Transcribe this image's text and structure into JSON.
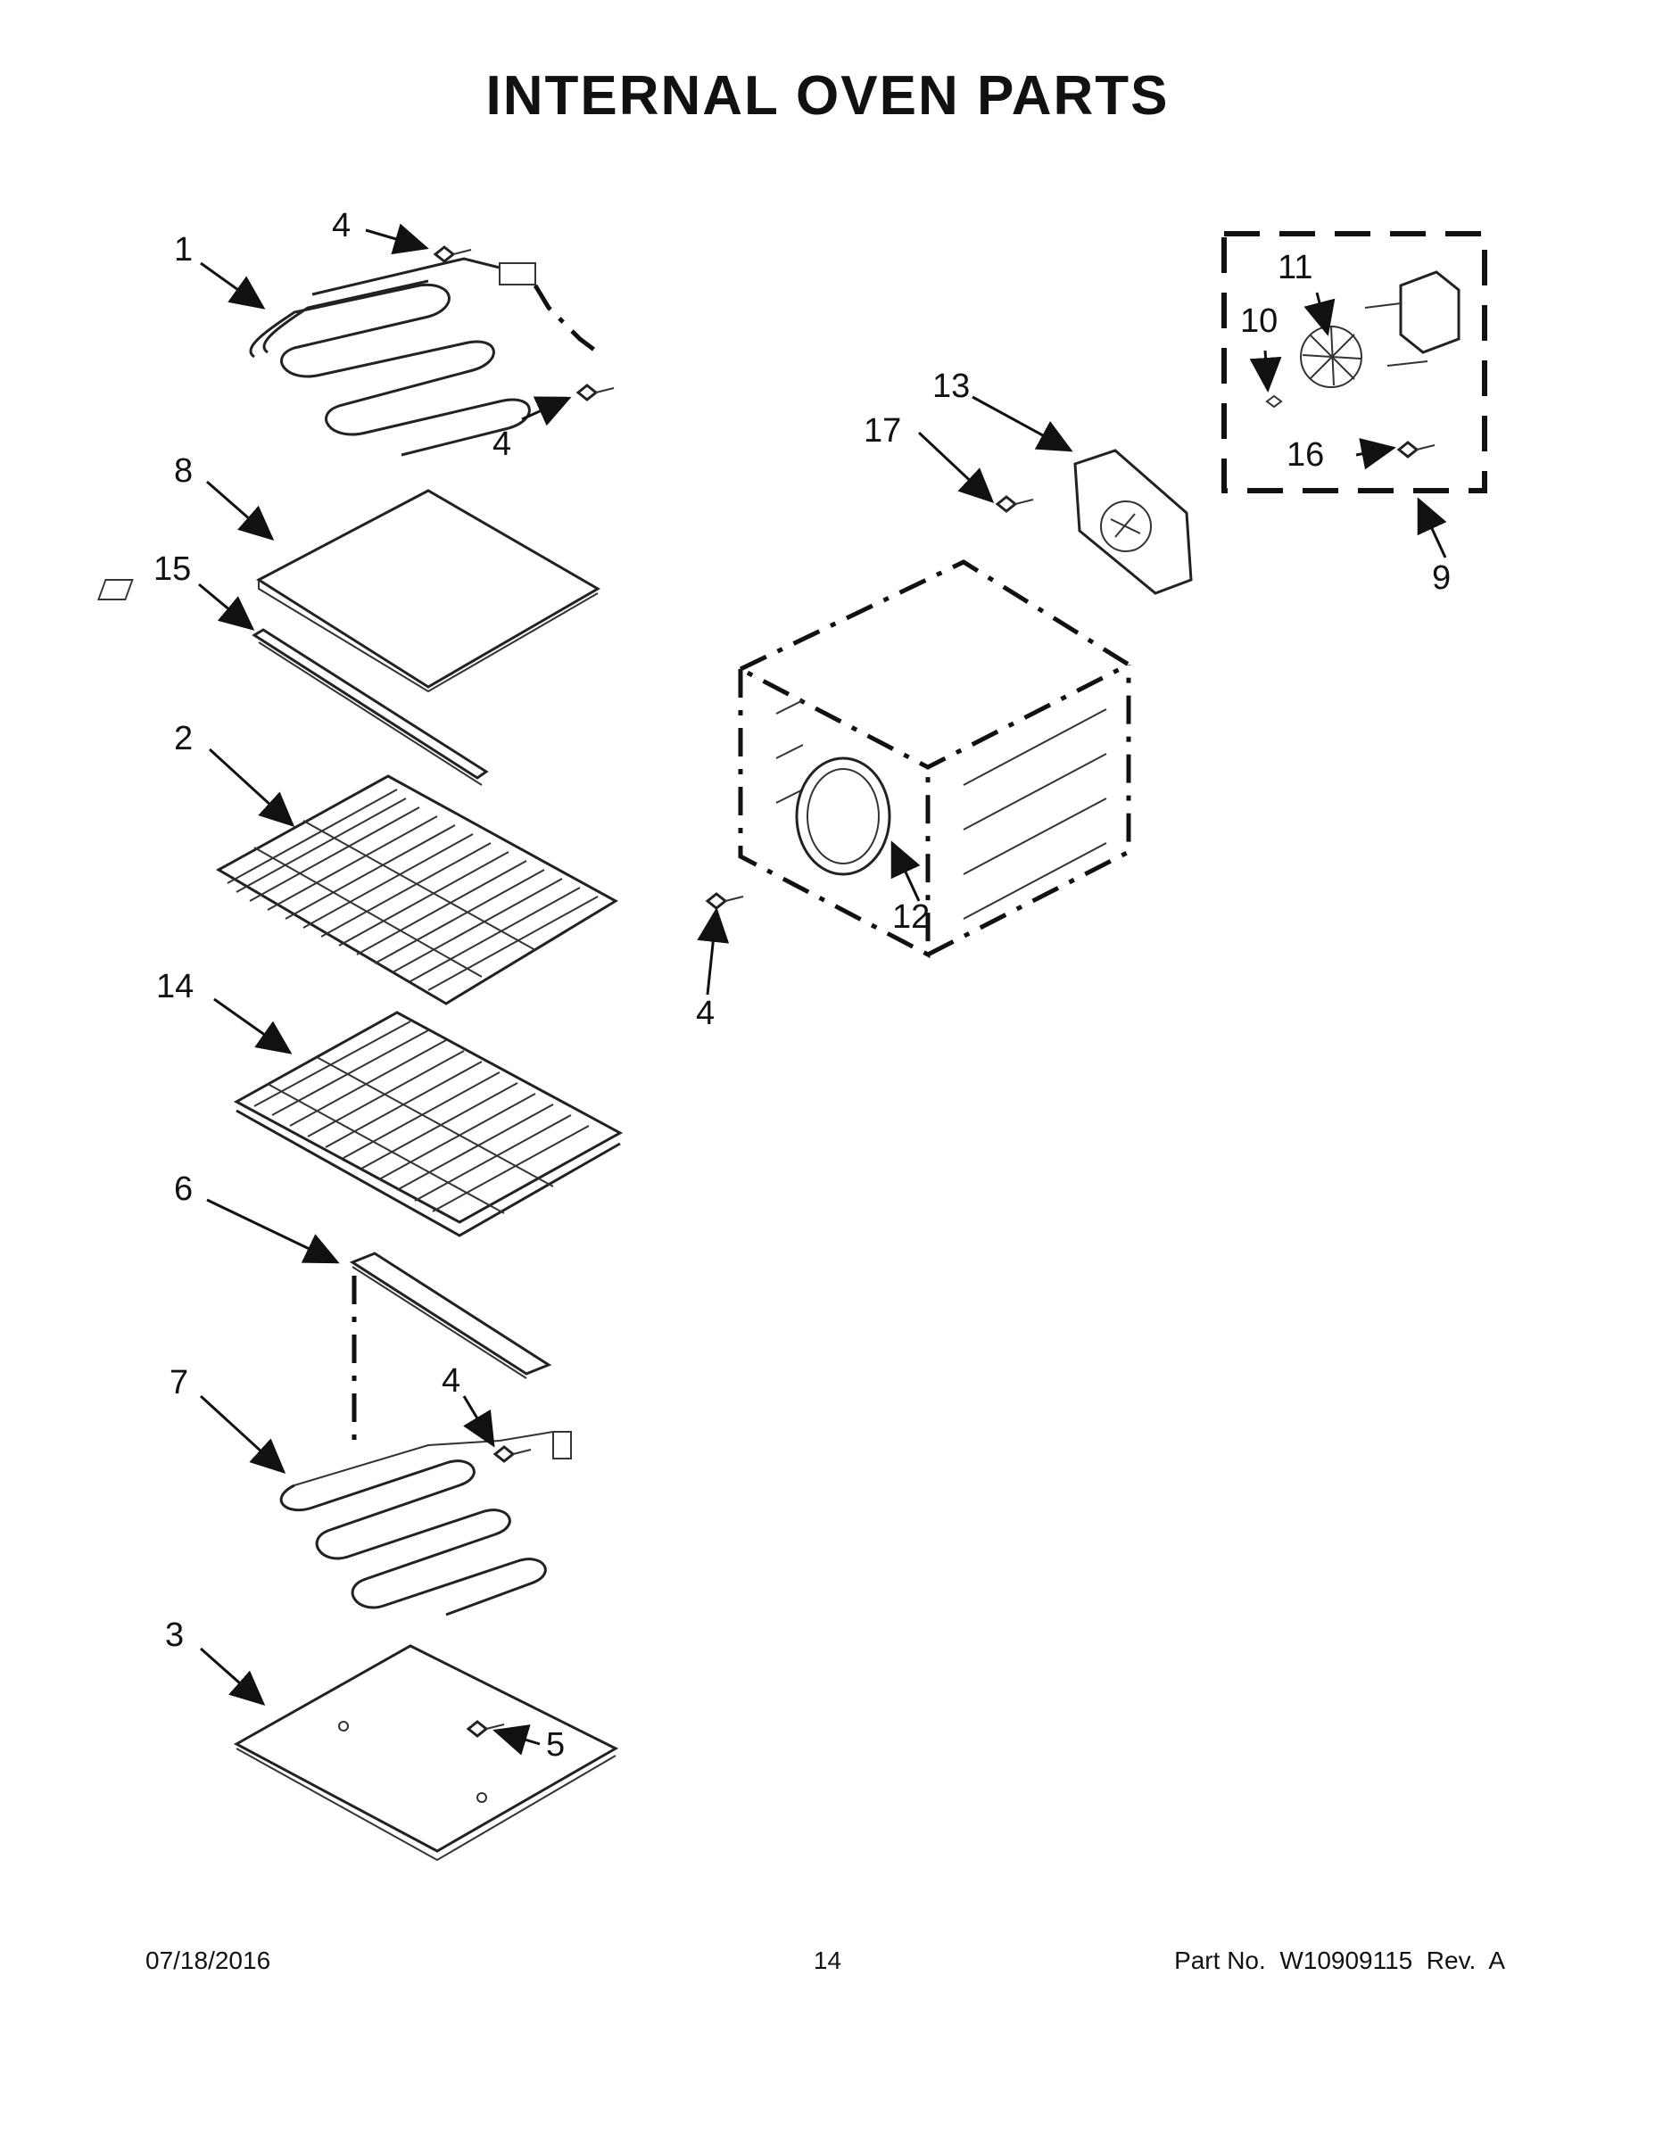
{
  "page": {
    "title": "INTERNAL OVEN PARTS",
    "footer": {
      "date": "07/18/2016",
      "page_number": "14",
      "part_info": "Part No.  W10909115  Rev.  A"
    }
  },
  "callouts": {
    "c1": "1",
    "c2": "2",
    "c3": "3",
    "c4a": "4",
    "c4b": "4",
    "c4c": "4",
    "c4d": "4",
    "c5": "5",
    "c6": "6",
    "c7": "7",
    "c8": "8",
    "c9": "9",
    "c10": "10",
    "c11": "11",
    "c12": "12",
    "c13": "13",
    "c14": "14",
    "c15": "15",
    "c16": "16",
    "c17": "17"
  }
}
